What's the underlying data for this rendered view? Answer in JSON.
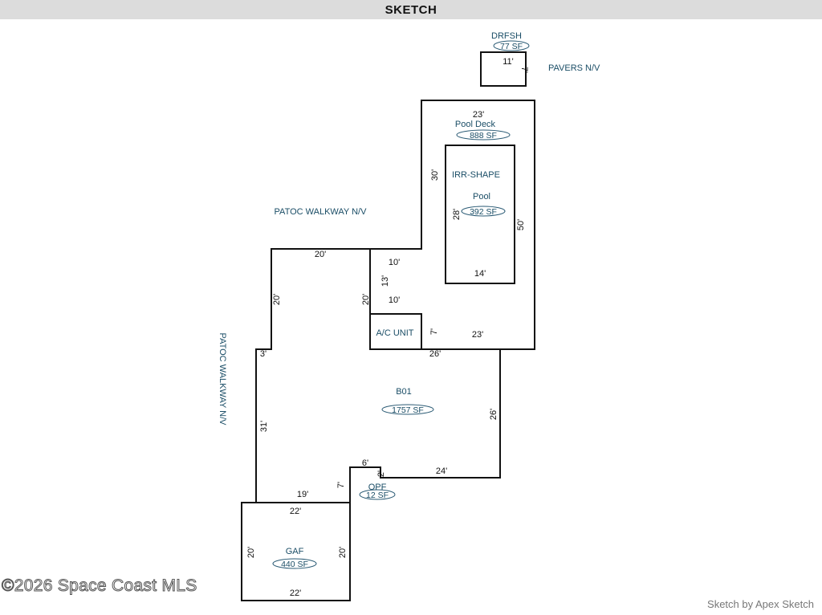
{
  "header": {
    "title": "SKETCH"
  },
  "labels": {
    "drfsh": "DRFSH",
    "drfsh_area": "77 SF",
    "pavers": "PAVERS N/V",
    "pool_deck": "Pool Deck",
    "pool_deck_area": "888 SF",
    "irr_shape": "IRR-SHAPE",
    "pool": "Pool",
    "pool_area": "392 SF",
    "patoc_walkway_top": "PATOC WALKWAY N/V",
    "patoc_walkway_side": "PATOC WALKWAY N/V",
    "ac_unit": "A/C UNIT",
    "b01": "B01",
    "b01_area": "1757 SF",
    "opf": "OPF",
    "opf_area": "12 SF",
    "gaf": "GAF",
    "gaf_area": "440 SF"
  },
  "dimensions": {
    "drfsh_w": "11'",
    "drfsh_h": "7'",
    "deck_top": "23'",
    "deck_left": "30'",
    "deck_right": "50'",
    "deck_bottom": "23'",
    "pool_left": "28'",
    "pool_bottom": "14'",
    "ext_top": "10'",
    "ext_side": "13'",
    "ext_bottom": "10'",
    "ac_side": "7'",
    "b01_top_left": "20'",
    "b01_left_upper": "20'",
    "b01_inner_left": "20'",
    "b01_step": "3'",
    "b01_left_lower": "31'",
    "b01_top_right": "26'",
    "b01_right": "26'",
    "b01_bottom_right": "24'",
    "opf_w": "6'",
    "opf_h": "2'",
    "opf_side": "7'",
    "b01_bottom_left": "19'",
    "gaf_top": "22'",
    "gaf_left": "20'",
    "gaf_right": "20'",
    "gaf_bottom": "22'"
  },
  "footer": {
    "watermark": "©2026 Space Coast MLS",
    "credit": "Sketch by Apex Sketch"
  }
}
